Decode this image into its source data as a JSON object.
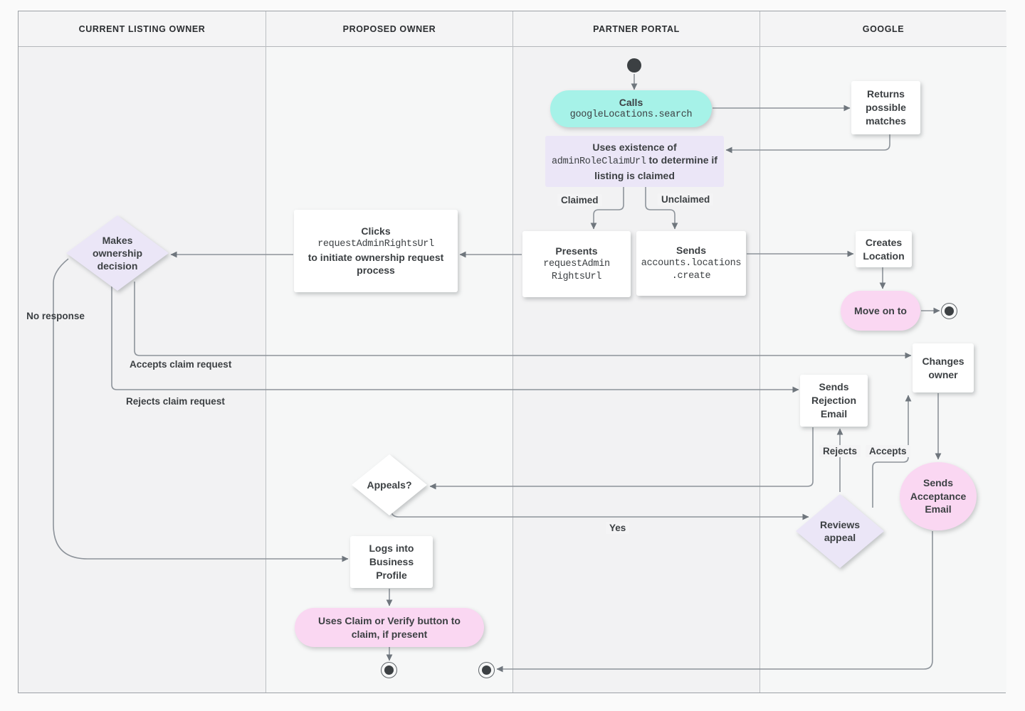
{
  "lanes": [
    {
      "label": "CURRENT LISTING OWNER"
    },
    {
      "label": "PROPOSED OWNER"
    },
    {
      "label": "PARTNER PORTAL"
    },
    {
      "label": "GOOGLE"
    }
  ],
  "nodes": {
    "calls": {
      "title": "Calls",
      "code": "googleLocations.search"
    },
    "returns": {
      "label": "Returns possible matches"
    },
    "uses": {
      "text": "Uses existence of",
      "code": "adminRoleClaimUrl",
      "text2": "to determine if listing is claimed"
    },
    "presents": {
      "title": "Presents",
      "code1": "requestAdmin",
      "code2": "RightsUrl"
    },
    "sends_create": {
      "title": "Sends",
      "code1": "accounts.locations",
      "code2": ".create"
    },
    "clicks": {
      "title": "Clicks",
      "code": "requestAdminRightsUrl",
      "text2": "to initiate ownership request process"
    },
    "makes_decision": {
      "label": "Makes ownership decision"
    },
    "creates_location": {
      "label": "Creates Location"
    },
    "move_on": {
      "label": "Move on to"
    },
    "changes_owner": {
      "label": "Changes owner"
    },
    "sends_rejection": {
      "label": "Sends Rejection Email"
    },
    "sends_acceptance": {
      "label": "Sends Acceptance Email"
    },
    "appeals": {
      "label": "Appeals?"
    },
    "reviews_appeal": {
      "label": "Reviews appeal"
    },
    "logs_into": {
      "label": "Logs into Business Profile"
    },
    "uses_claim": {
      "label": "Uses Claim or Verify button to claim, if present"
    }
  },
  "edge_labels": {
    "claimed": "Claimed",
    "unclaimed": "Unclaimed",
    "no_response": "No response",
    "accepts_claim": "Accepts claim request",
    "rejects_claim": "Rejects claim request",
    "rejects": "Rejects",
    "accepts": "Accepts",
    "yes": "Yes"
  },
  "colors": {
    "teal_node": "#a6f2e8",
    "lavender_node": "#ebe6f7",
    "pink_node": "#fad7f2",
    "white_node": "#ffffff",
    "text": "#3c4043",
    "edge_line": "#8d939a"
  }
}
